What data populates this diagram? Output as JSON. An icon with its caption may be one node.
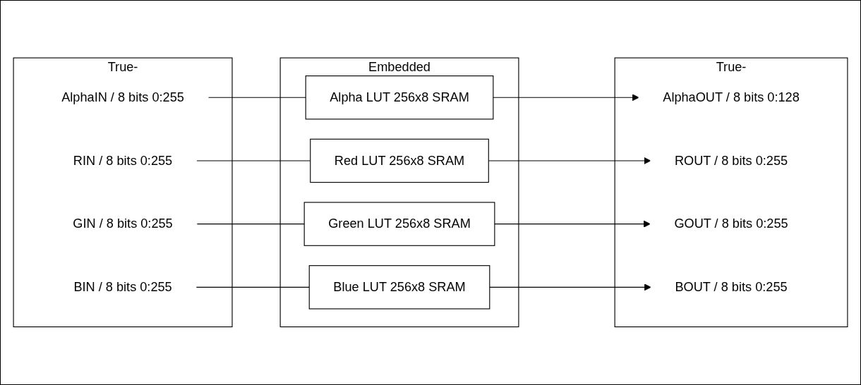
{
  "diagram": {
    "nodes": [
      {
        "text": [
          "True-"
        ]
      },
      {
        "text": [
          "AlphaIN / 8 bits 0:255"
        ],
        "in": 0
      },
      {
        "text": [
          "RIN / 8 bits 0:255"
        ],
        "in": 0
      },
      {
        "text": [
          "GIN / 8 bits 0:255"
        ],
        "in": 0
      },
      {
        "text": [
          "BIN / 8 bits 0:255"
        ],
        "in": 0
      },
      {
        "text": [
          "Embedded"
        ]
      },
      {
        "text": [
          "Alpha LUT 256x8 SRAM"
        ],
        "in": 5
      },
      {
        "text": [
          "Red LUT 256x8 SRAM"
        ],
        "in": 5
      },
      {
        "text": [
          "Green LUT 256x8 SRAM"
        ],
        "in": 5
      },
      {
        "text": [
          "Blue LUT 256x8 SRAM"
        ],
        "in": 5
      },
      {
        "text": [
          "True-"
        ]
      },
      {
        "text": [
          "AlphaOUT / 8 bits 0:128"
        ],
        "in": 10
      },
      {
        "text": [
          "ROUT / 8 bits 0:255"
        ],
        "in": 10
      },
      {
        "text": [
          "GOUT / 8 bits 0:255"
        ],
        "in": 10
      },
      {
        "text": [
          "BOUT / 8 bits 0:255"
        ],
        "in": 10
      }
    ],
    "edges": [
      {
        "from": 1,
        "to": 6,
        "arrow": "none"
      },
      {
        "from": 2,
        "to": 7,
        "arrow": "none"
      },
      {
        "from": 3,
        "to": 8,
        "arrow": "none"
      },
      {
        "from": 4,
        "to": 9,
        "arrow": "none"
      },
      {
        "from": 6,
        "to": 11,
        "arrow": "to"
      },
      {
        "from": 7,
        "to": 12,
        "arrow": "to"
      },
      {
        "from": 8,
        "to": 13,
        "arrow": "to"
      },
      {
        "from": 9,
        "to": 14,
        "arrow": "to"
      }
    ]
  }
}
